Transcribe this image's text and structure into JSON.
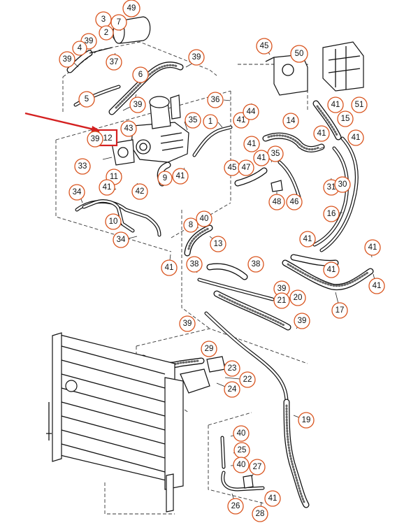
{
  "callouts": [
    {
      "id": "c3",
      "label": "3"
    },
    {
      "id": "c7",
      "label": "7"
    },
    {
      "id": "c49",
      "label": "49"
    },
    {
      "id": "c2",
      "label": "2"
    },
    {
      "id": "c39a",
      "label": "39"
    },
    {
      "id": "c4",
      "label": "4"
    },
    {
      "id": "c39b",
      "label": "39"
    },
    {
      "id": "c37",
      "label": "37"
    },
    {
      "id": "c5",
      "label": "5"
    },
    {
      "id": "c6",
      "label": "6"
    },
    {
      "id": "c39c",
      "label": "39"
    },
    {
      "id": "c39d",
      "label": "39"
    },
    {
      "id": "c43",
      "label": "43"
    },
    {
      "id": "c39e",
      "label": "39"
    },
    {
      "id": "c33",
      "label": "33"
    },
    {
      "id": "c11",
      "label": "11"
    },
    {
      "id": "c41a",
      "label": "41"
    },
    {
      "id": "c42",
      "label": "42"
    },
    {
      "id": "c34a",
      "label": "34"
    },
    {
      "id": "c10",
      "label": "10"
    },
    {
      "id": "c34b",
      "label": "34"
    },
    {
      "id": "c9",
      "label": "9"
    },
    {
      "id": "c41b",
      "label": "41"
    },
    {
      "id": "c35a",
      "label": "35"
    },
    {
      "id": "c36",
      "label": "36"
    },
    {
      "id": "c1",
      "label": "1"
    },
    {
      "id": "c41c",
      "label": "41"
    },
    {
      "id": "c44",
      "label": "44"
    },
    {
      "id": "c45a",
      "label": "45"
    },
    {
      "id": "c50",
      "label": "50"
    },
    {
      "id": "c41d",
      "label": "41"
    },
    {
      "id": "c51",
      "label": "51"
    },
    {
      "id": "c14",
      "label": "14"
    },
    {
      "id": "c15",
      "label": "15"
    },
    {
      "id": "c41e",
      "label": "41"
    },
    {
      "id": "c41f",
      "label": "41"
    },
    {
      "id": "c41g",
      "label": "41"
    },
    {
      "id": "c35b",
      "label": "35"
    },
    {
      "id": "c41h",
      "label": "41"
    },
    {
      "id": "c45b",
      "label": "45"
    },
    {
      "id": "c47",
      "label": "47"
    },
    {
      "id": "c48",
      "label": "48"
    },
    {
      "id": "c46",
      "label": "46"
    },
    {
      "id": "c31",
      "label": "31"
    },
    {
      "id": "c30",
      "label": "30"
    },
    {
      "id": "c16",
      "label": "16"
    },
    {
      "id": "c40a",
      "label": "40"
    },
    {
      "id": "c8",
      "label": "8"
    },
    {
      "id": "c13",
      "label": "13"
    },
    {
      "id": "c41i",
      "label": "41"
    },
    {
      "id": "c41j",
      "label": "41"
    },
    {
      "id": "c38a",
      "label": "38"
    },
    {
      "id": "c38b",
      "label": "38"
    },
    {
      "id": "c41k",
      "label": "41"
    },
    {
      "id": "c41l",
      "label": "41"
    },
    {
      "id": "c41m",
      "label": "41"
    },
    {
      "id": "c39f",
      "label": "39"
    },
    {
      "id": "c21",
      "label": "21"
    },
    {
      "id": "c20",
      "label": "20"
    },
    {
      "id": "c17",
      "label": "17"
    },
    {
      "id": "c39g",
      "label": "39"
    },
    {
      "id": "c39h",
      "label": "39"
    },
    {
      "id": "c29",
      "label": "29"
    },
    {
      "id": "c23",
      "label": "23"
    },
    {
      "id": "c22",
      "label": "22"
    },
    {
      "id": "c24",
      "label": "24"
    },
    {
      "id": "c19",
      "label": "19"
    },
    {
      "id": "c40b",
      "label": "40"
    },
    {
      "id": "c25",
      "label": "25"
    },
    {
      "id": "c40c",
      "label": "40"
    },
    {
      "id": "c27",
      "label": "27"
    },
    {
      "id": "c41n",
      "label": "41"
    },
    {
      "id": "c26",
      "label": "26"
    },
    {
      "id": "c28",
      "label": "28"
    }
  ],
  "highlight": {
    "label": "12",
    "frame_color": "#d42020",
    "arrow_color": "#d42020"
  },
  "colors": {
    "callout_ring": "#d9541e",
    "line": "#111111"
  }
}
